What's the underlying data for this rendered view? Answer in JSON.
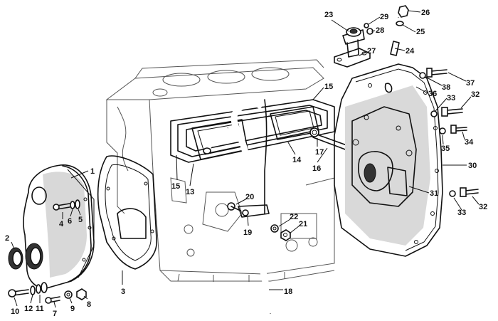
{
  "diagram": {
    "background_color": "#ffffff",
    "line_color": "#111111",
    "callouts": [
      {
        "id": "1",
        "label": "1"
      },
      {
        "id": "2",
        "label": "2"
      },
      {
        "id": "3",
        "label": "3"
      },
      {
        "id": "4",
        "label": "4"
      },
      {
        "id": "5",
        "label": "5"
      },
      {
        "id": "6",
        "label": "6"
      },
      {
        "id": "7",
        "label": "7"
      },
      {
        "id": "8",
        "label": "8"
      },
      {
        "id": "9",
        "label": "9"
      },
      {
        "id": "10",
        "label": "10"
      },
      {
        "id": "11",
        "label": "11"
      },
      {
        "id": "12",
        "label": "12"
      },
      {
        "id": "13",
        "label": "13"
      },
      {
        "id": "14",
        "label": "14"
      },
      {
        "id": "15a",
        "label": "15"
      },
      {
        "id": "15b",
        "label": "15"
      },
      {
        "id": "16",
        "label": "16"
      },
      {
        "id": "17",
        "label": "17"
      },
      {
        "id": "18",
        "label": "18"
      },
      {
        "id": "19",
        "label": "19"
      },
      {
        "id": "20",
        "label": "20"
      },
      {
        "id": "21",
        "label": "21"
      },
      {
        "id": "22",
        "label": "22"
      },
      {
        "id": "23",
        "label": "23"
      },
      {
        "id": "24",
        "label": "24"
      },
      {
        "id": "25",
        "label": "25"
      },
      {
        "id": "26",
        "label": "26"
      },
      {
        "id": "27",
        "label": "27"
      },
      {
        "id": "28",
        "label": "28"
      },
      {
        "id": "29",
        "label": "29"
      },
      {
        "id": "30",
        "label": "30"
      },
      {
        "id": "31",
        "label": "31"
      },
      {
        "id": "32a",
        "label": "32"
      },
      {
        "id": "32b",
        "label": "32"
      },
      {
        "id": "33a",
        "label": "33"
      },
      {
        "id": "33b",
        "label": "33"
      },
      {
        "id": "34",
        "label": "34"
      },
      {
        "id": "35",
        "label": "35"
      },
      {
        "id": "36",
        "label": "36"
      },
      {
        "id": "37",
        "label": "37"
      },
      {
        "id": "38",
        "label": "38"
      }
    ]
  }
}
